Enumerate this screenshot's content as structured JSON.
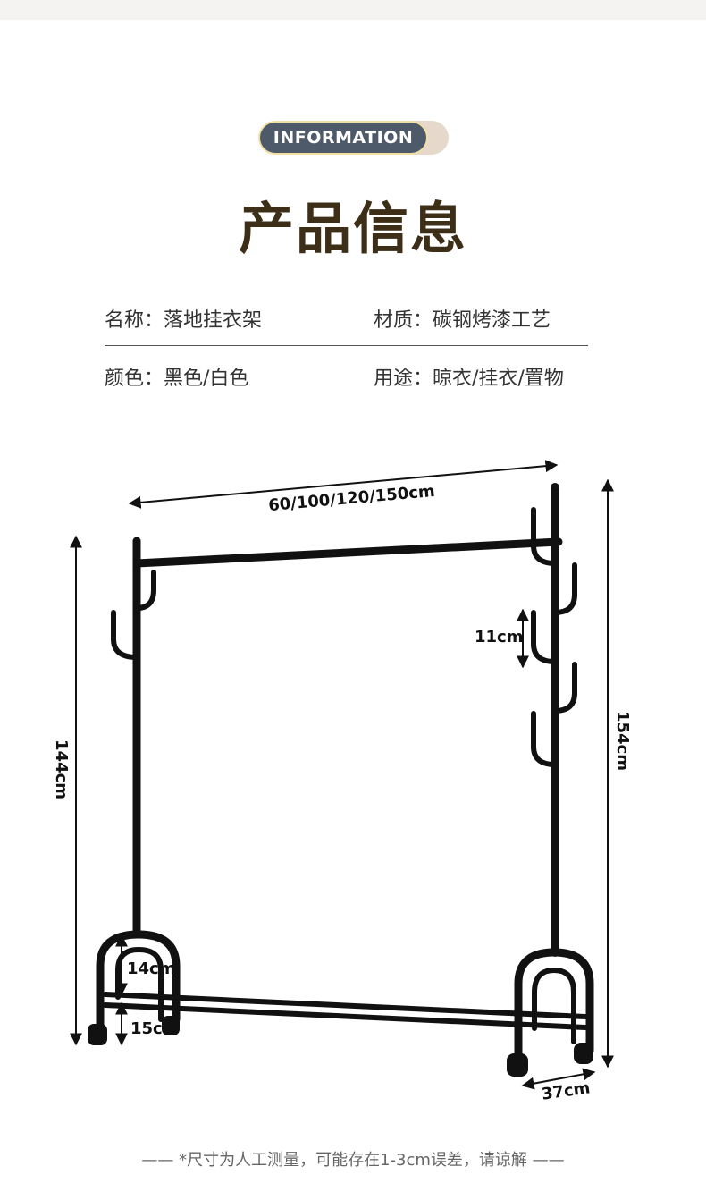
{
  "badge": "INFORMATION",
  "title": "产品信息",
  "specs": {
    "name": "名称：落地挂衣架",
    "material": "材质：碳钢烤漆工艺",
    "color": "颜色：黑色/白色",
    "usage": "用途：晾衣/挂衣/置物"
  },
  "dimensions": {
    "width": "60/100/120/150cm",
    "left_height": "144cm",
    "right_height": "154cm",
    "hook_spacing": "11cm",
    "base_height": "14cm",
    "shelf_height": "15cm",
    "depth": "37cm"
  },
  "note": "—— *尺寸为人工测量，可能存在1-3cm误差，请谅解 ——"
}
